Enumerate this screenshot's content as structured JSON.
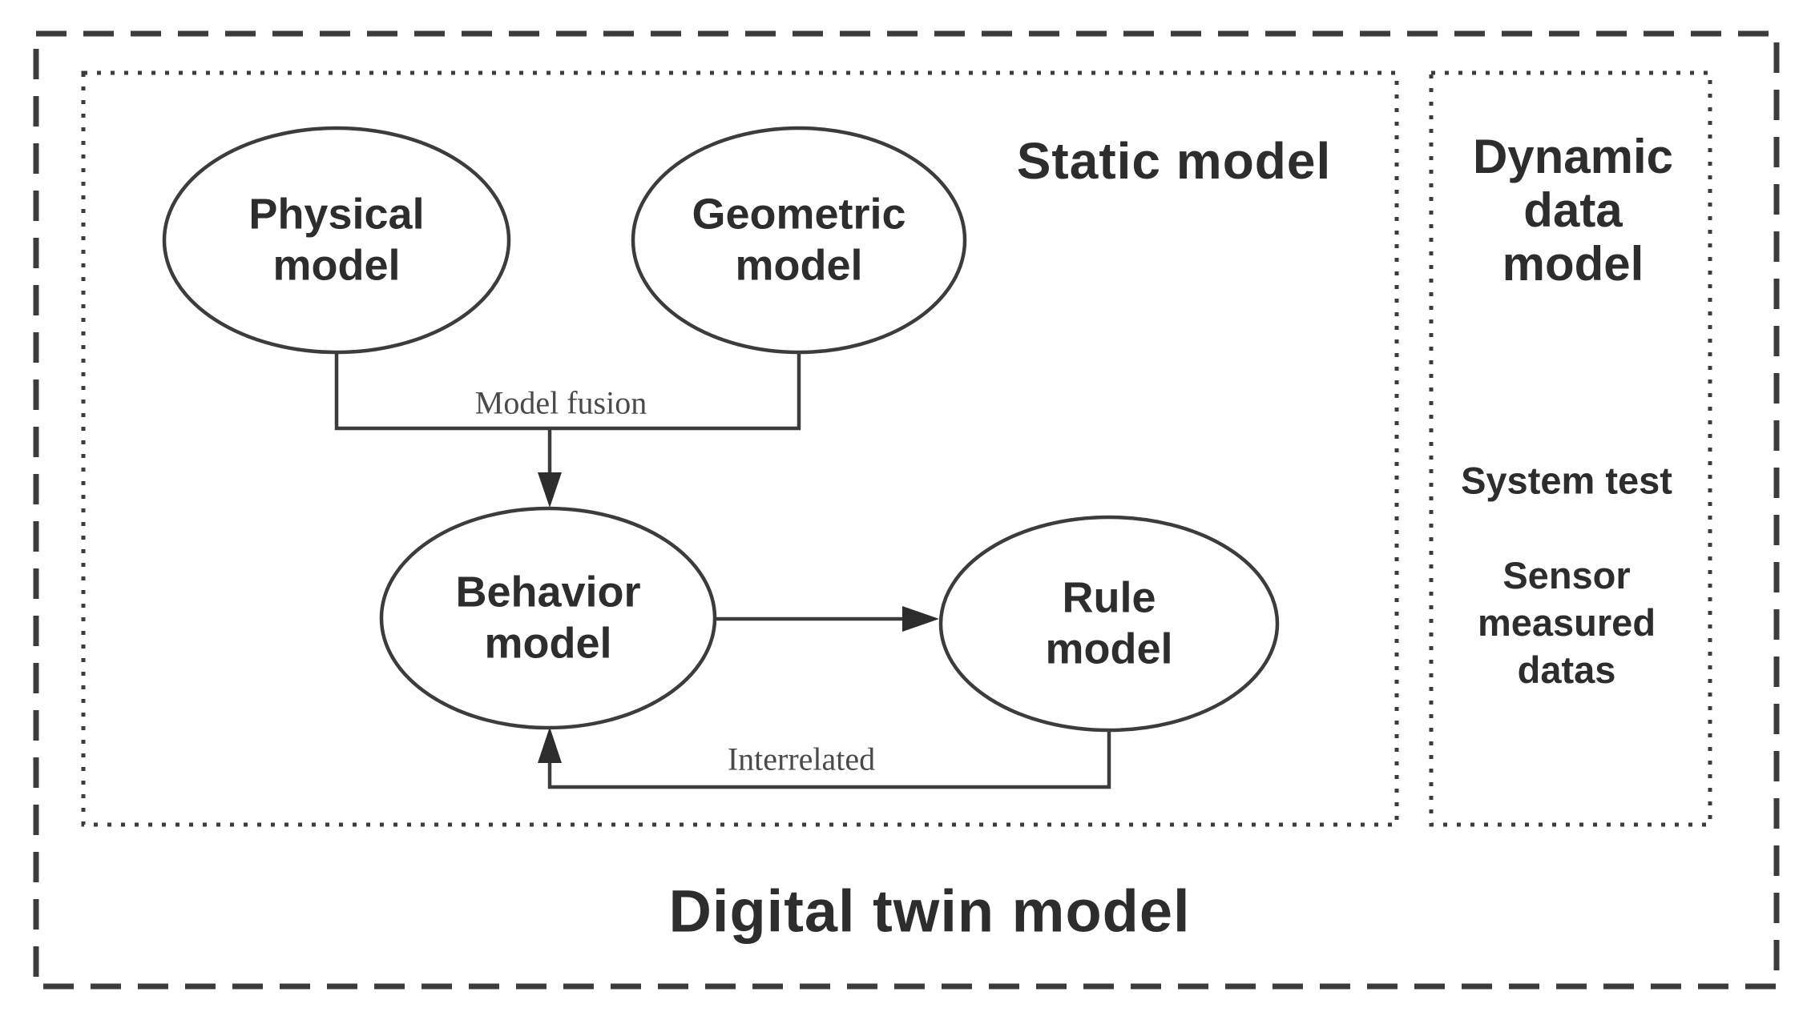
{
  "diagram": {
    "title": "Digital twin model",
    "static_region": {
      "label": "Static model"
    },
    "dynamic_region": {
      "label": "Dynamic\ndata\nmodel",
      "items": [
        {
          "text": "System test"
        },
        {
          "text": "Sensor\nmeasured\ndatas"
        }
      ]
    },
    "nodes": [
      {
        "id": "physical",
        "label": "Physical\nmodel"
      },
      {
        "id": "geometric",
        "label": "Geometric\nmodel"
      },
      {
        "id": "behavior",
        "label": "Behavior\nmodel"
      },
      {
        "id": "rule",
        "label": "Rule\nmodel"
      }
    ],
    "edges": [
      {
        "id": "fusion",
        "label": "Model fusion",
        "from": "physical + geometric",
        "to": "behavior"
      },
      {
        "id": "behavior-rule",
        "label": "",
        "from": "behavior",
        "to": "rule"
      },
      {
        "id": "interrelated",
        "label": "Interrelated",
        "from": "rule",
        "to": "behavior"
      }
    ],
    "colors": {
      "line": "#3c3c3c",
      "text": "#2d2d2d",
      "annotation_text": "#4a4a4a",
      "background": "#ffffff"
    }
  }
}
